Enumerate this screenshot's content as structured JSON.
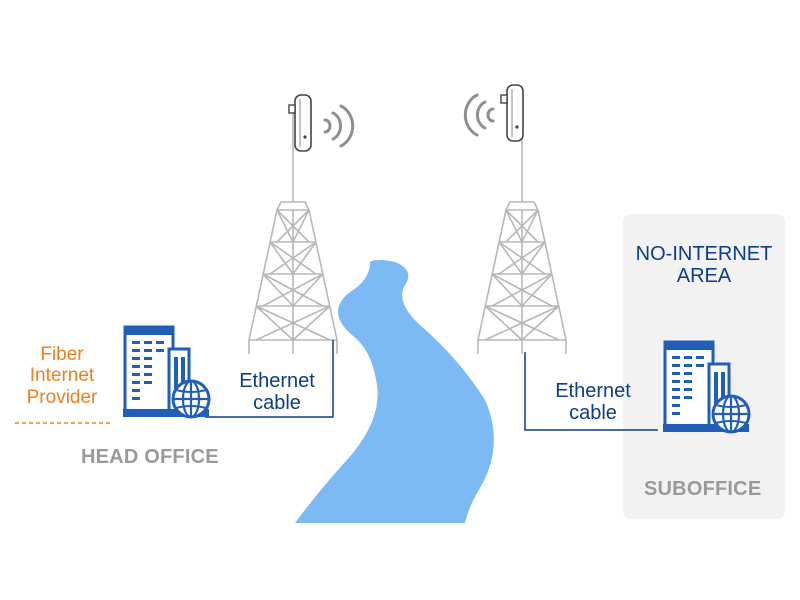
{
  "labels": {
    "fiber_line1": "Fiber",
    "fiber_line2": "Internet",
    "fiber_line3": "Provider",
    "head_office": "HEAD OFFICE",
    "cable_left_line1": "Ethernet",
    "cable_left_line2": "cable",
    "cable_right_line1": "Ethernet",
    "cable_right_line2": "cable",
    "no_internet_line1": "NO-INTERNET",
    "no_internet_line2": "AREA",
    "suboffice": "SUBOFFICE"
  },
  "icons": {
    "building_left": "building-globe-icon",
    "building_right": "building-globe-icon",
    "antenna": "cpe-antenna-icon",
    "tower": "lattice-tower-icon",
    "wifi": "wifi-signal-icon"
  },
  "colors": {
    "fiber": "#f07e1e",
    "dark_blue": "#0c3c8a",
    "icon_blue": "#1f5fb8",
    "river": "#7db9f5",
    "tower_gray": "#b7b7b7",
    "label_gray": "#9a9a9a",
    "panel": "#f2f2f2"
  }
}
